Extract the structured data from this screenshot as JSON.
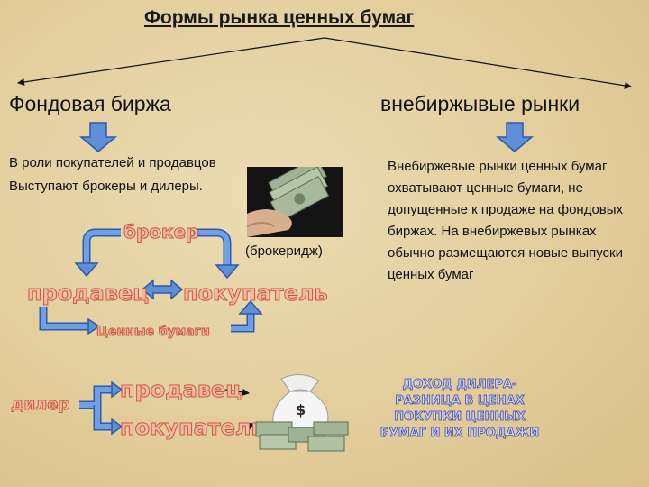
{
  "title": "Формы рынка ценных бумаг",
  "left": {
    "heading": "Фондовая биржа",
    "desc_lines": [
      "В роли покупателей и продавцов",
      "Выступают брокеры и дилеры."
    ]
  },
  "right": {
    "heading": "внебиржывые рынки",
    "desc": "Внебиржевые рынки ценных бумаг охватывают ценные бумаги, не допущенные к продаже на фондовых биржах. На внебиржевых рынках обычно размещаются новые выпуски ценных бумаг"
  },
  "broker_scheme": {
    "broker": "брокер",
    "brokerage": "(брокеридж)",
    "seller": "продавец",
    "buyer": "покупатель",
    "securities": "Ценные бумаги"
  },
  "dealer_scheme": {
    "dealer": "дилер",
    "seller": "продавец",
    "buyer": "покупатель",
    "income_lines": [
      "ДОХОД ДИЛЕРА-",
      "РАЗНИЦА В ЦЕНАХ",
      "ПОКУПКИ ЦЕННЫХ",
      "БУМАГ  И ИХ ПРОДАЖИ"
    ]
  },
  "colors": {
    "arrow_fill": "#5f8fd6",
    "arrow_stroke": "#2e5aa8",
    "accent_text": "#c8583d"
  },
  "icons": {
    "cash_photo": "money-in-hand-icon",
    "bag_photo": "money-bag-icon"
  }
}
